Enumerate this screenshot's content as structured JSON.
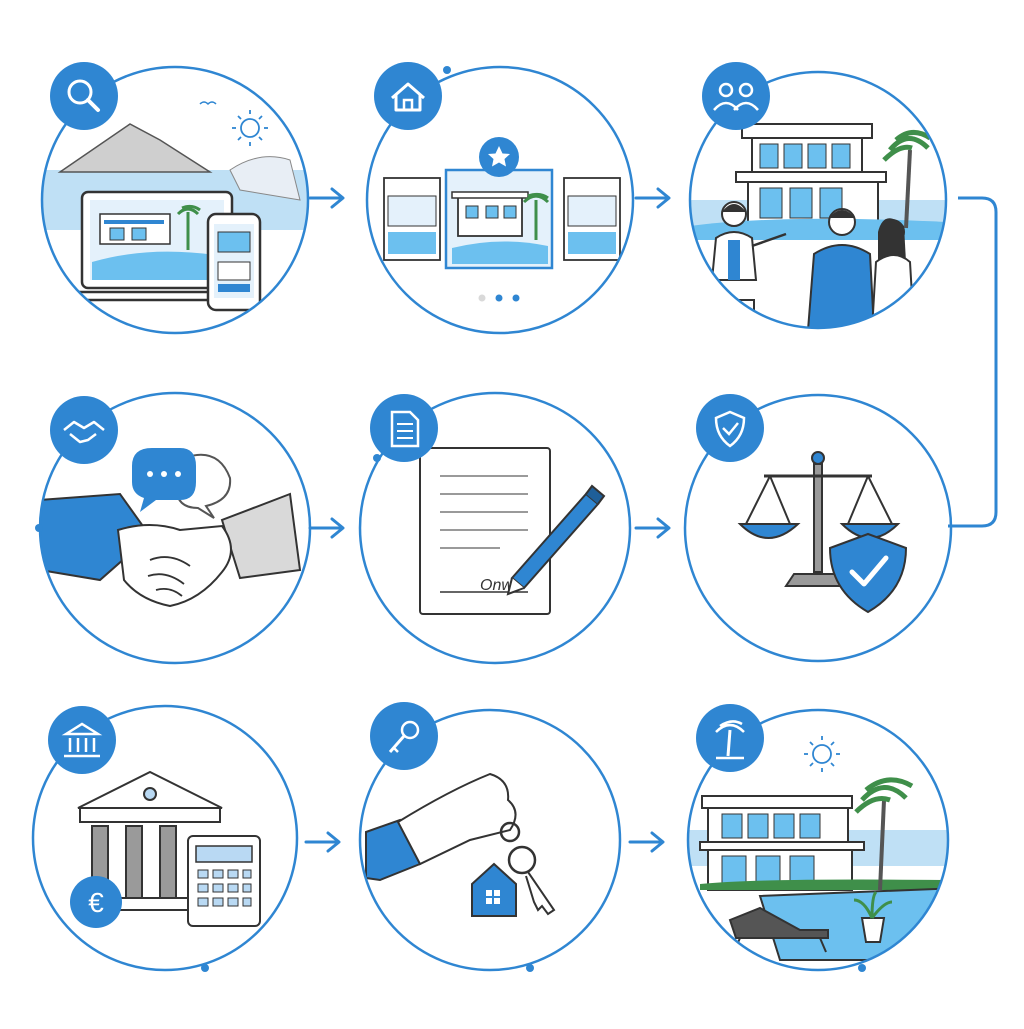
{
  "diagram": {
    "colors": {
      "accent": "#2f86d2",
      "accent_light": "#b9d9f3",
      "accent_pale": "#e4f1fb",
      "line": "#333333",
      "grey": "#9a9a9a",
      "grey_light": "#d9d9d9",
      "water": "#6cc0ef",
      "palm": "#3f8f4a"
    },
    "steps": [
      {
        "id": "search",
        "badge_icon": "magnifier-icon",
        "scene": "laptop-and-phone-listing-scene"
      },
      {
        "id": "shortlist",
        "badge_icon": "house-icon",
        "scene": "property-carousel-scene"
      },
      {
        "id": "viewing",
        "badge_icon": "people-icon",
        "scene": "agent-viewing-scene"
      },
      {
        "id": "negotiation",
        "badge_icon": "handshake-icon",
        "scene": "handshake-chat-scene"
      },
      {
        "id": "contract",
        "badge_icon": "document-icon",
        "scene": "contract-signing-scene"
      },
      {
        "id": "legal-check",
        "badge_icon": "shield-check-icon",
        "scene": "scales-shield-scene"
      },
      {
        "id": "financing",
        "badge_icon": "bank-icon",
        "scene": "bank-calculator-euro-scene"
      },
      {
        "id": "handover",
        "badge_icon": "key-icon",
        "scene": "key-handover-scene"
      },
      {
        "id": "move-in",
        "badge_icon": "palm-tree-icon",
        "scene": "villa-pool-scene"
      }
    ],
    "flow_arrows": [
      "search-to-shortlist",
      "shortlist-to-viewing",
      "negotiation-to-contract",
      "contract-to-legal",
      "financing-to-handover",
      "handover-to-move-in"
    ],
    "euro_symbol": "€",
    "signature_text": "Onw"
  }
}
